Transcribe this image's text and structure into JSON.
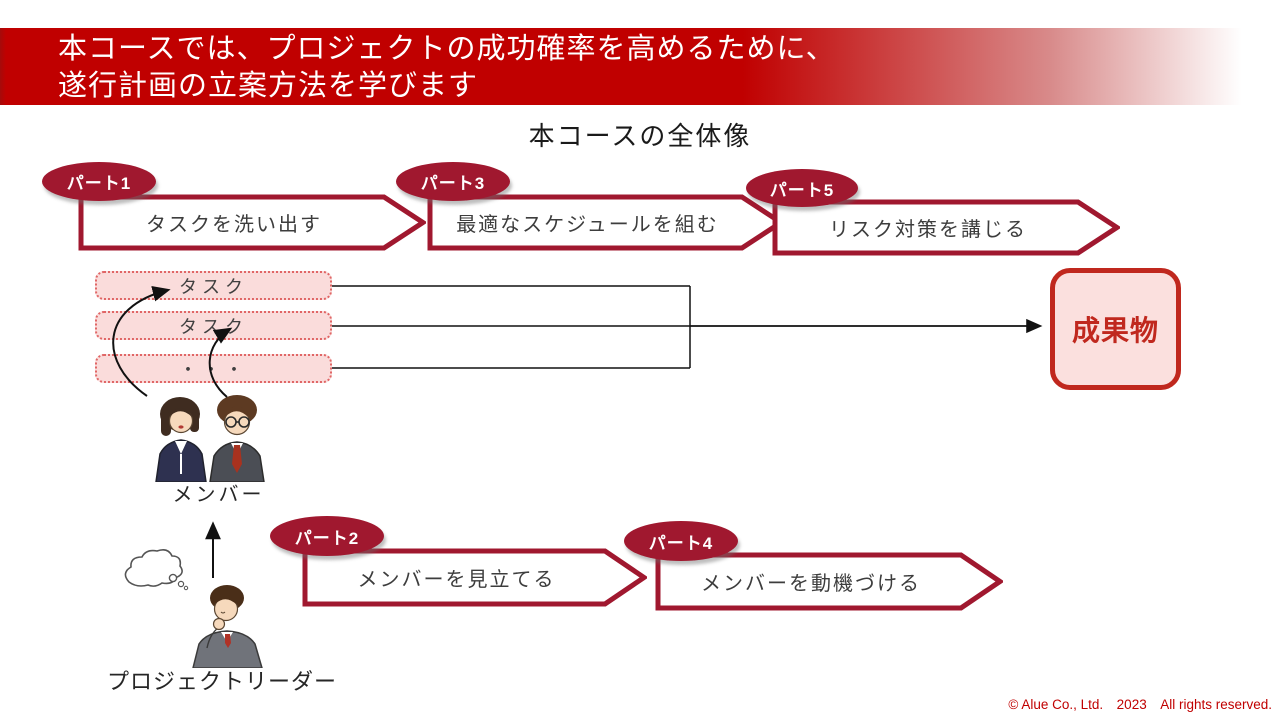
{
  "header": {
    "line1": "本コースでは、プロジェクトの成功確率を高めるために、",
    "line2": "遂行計画の立案方法を学びます"
  },
  "title": "本コースの全体像",
  "parts": [
    {
      "badge": "パート1",
      "label": "タスクを洗い出す"
    },
    {
      "badge": "パート2",
      "label": "メンバーを見立てる"
    },
    {
      "badge": "パート3",
      "label": "最適なスケジュールを組む"
    },
    {
      "badge": "パート4",
      "label": "メンバーを動機づける"
    },
    {
      "badge": "パート5",
      "label": "リスク対策を講じる"
    }
  ],
  "tasks": [
    {
      "label": "タスク"
    },
    {
      "label": "タスク"
    },
    {
      "label": "・・・"
    }
  ],
  "deliverable_label": "成果物",
  "members_label": "メンバー",
  "leader_label": "プロジェクトリーダー",
  "footer": "© Alue Co., Ltd.　2023　All rights reserved.",
  "icons": {
    "members": "two-business-people-illustration",
    "leader": "thinking-businessman-illustration",
    "cloud": "thought-cloud-icon",
    "chevron": "chevron-process-arrow",
    "flow": "task-to-deliverable-flow-lines"
  },
  "colors": {
    "header_red": "#c00000",
    "part_crimson": "#a0182f",
    "deliverable_red": "#c0281e",
    "task_fill": "#fadcdb",
    "task_border": "#e06666",
    "footer_red": "#c00000"
  }
}
